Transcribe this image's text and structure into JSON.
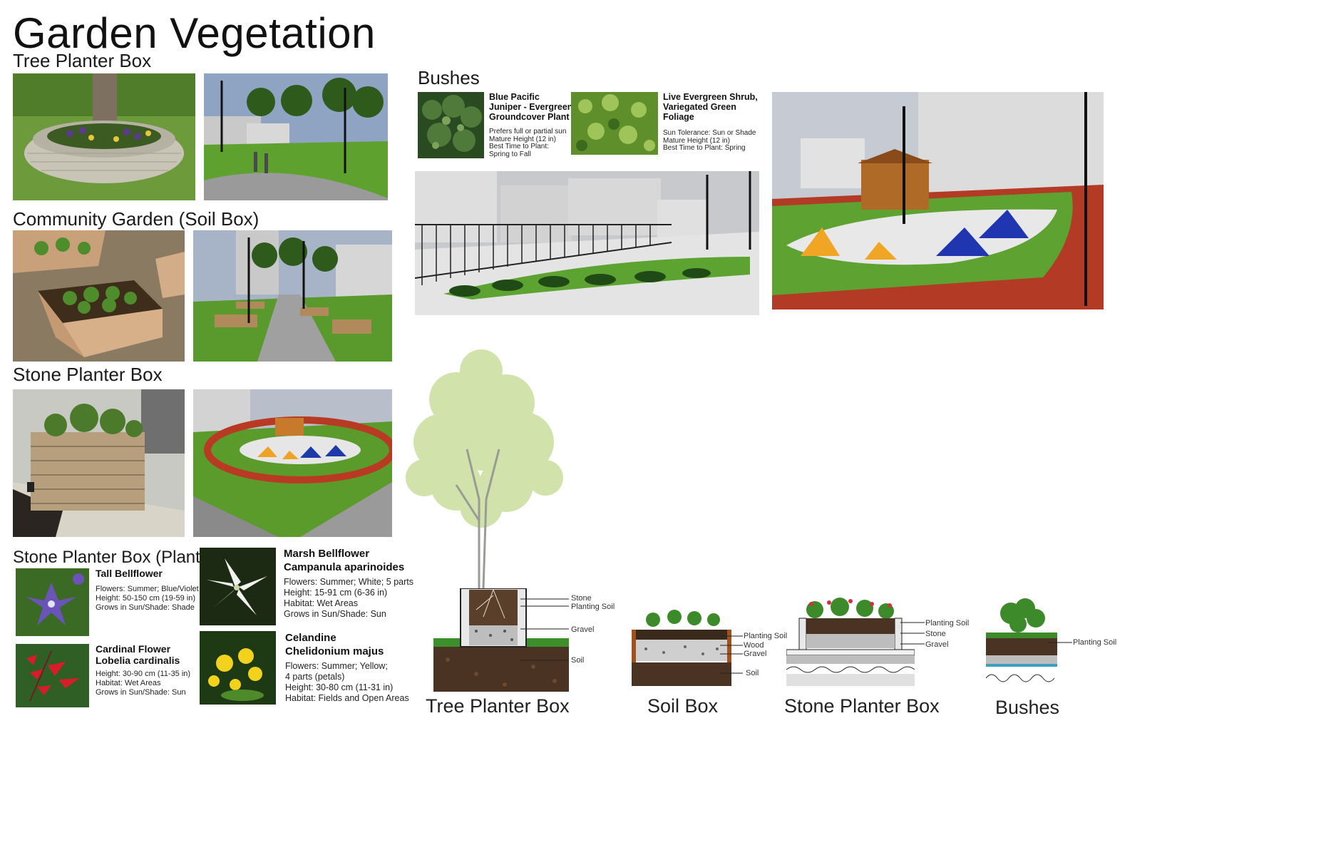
{
  "page": {
    "title": "Garden Vegetation"
  },
  "sections": {
    "tree_planter": "Tree Planter Box",
    "community_garden": "Community Garden (Soil Box)",
    "stone_planter": "Stone Planter Box",
    "stone_plants": "Stone Planter Box (Plants)",
    "bushes": "Bushes"
  },
  "plants": [
    {
      "name": "Tall Bellflower",
      "desc": "Flowers: Summer;  Blue/Violet\nHeight: 50-150 cm (19-59 in)\nGrows in Sun/Shade: Shade"
    },
    {
      "name": "Cardinal Flower\nLobelia cardinalis",
      "desc": "Height: 30-90 cm (11-35 in)\nHabitat: Wet Areas\nGrows in Sun/Shade: Sun"
    },
    {
      "name": "Marsh Bellflower\nCampanula aparinoides",
      "desc": "Flowers: Summer;  White;  5 parts\nHeight: 15-91 cm (6-36 in)\nHabitat: Wet Areas\nGrows in Sun/Shade: Sun"
    },
    {
      "name": "Celandine\nChelidonium majus",
      "desc": "Flowers: Summer;  Yellow;\n4 parts (petals)\nHeight: 30-80 cm (11-31 in)\nHabitat: Fields and Open Areas"
    }
  ],
  "bushes": [
    {
      "name": "Blue Pacific\nJuniper - Evergreen\nGroundcover Plant",
      "desc": "Prefers full or partial sun\nMature Height (12 in)\nBest Time to Plant:\nSpring to Fall"
    },
    {
      "name": "Live Evergreen Shrub,\nVariegated Green\nFoliage",
      "desc": "Sun Tolerance: Sun or Shade\nMature Height (12 in)\nBest Time to Plant: Spring"
    }
  ],
  "sections_diagram": {
    "tree": {
      "caption": "Tree Planter Box",
      "labels": [
        "Stone",
        "Planting Soil",
        "Gravel",
        "Soil"
      ]
    },
    "soil": {
      "caption": "Soil Box",
      "labels": [
        "Planting Soil",
        "Wood",
        "Gravel",
        "Soil"
      ]
    },
    "stone": {
      "caption": "Stone Planter Box",
      "labels": [
        "Planting Soil",
        "Stone",
        "Gravel"
      ]
    },
    "bush": {
      "caption": "Bushes",
      "labels": [
        "Planting Soil"
      ]
    }
  }
}
